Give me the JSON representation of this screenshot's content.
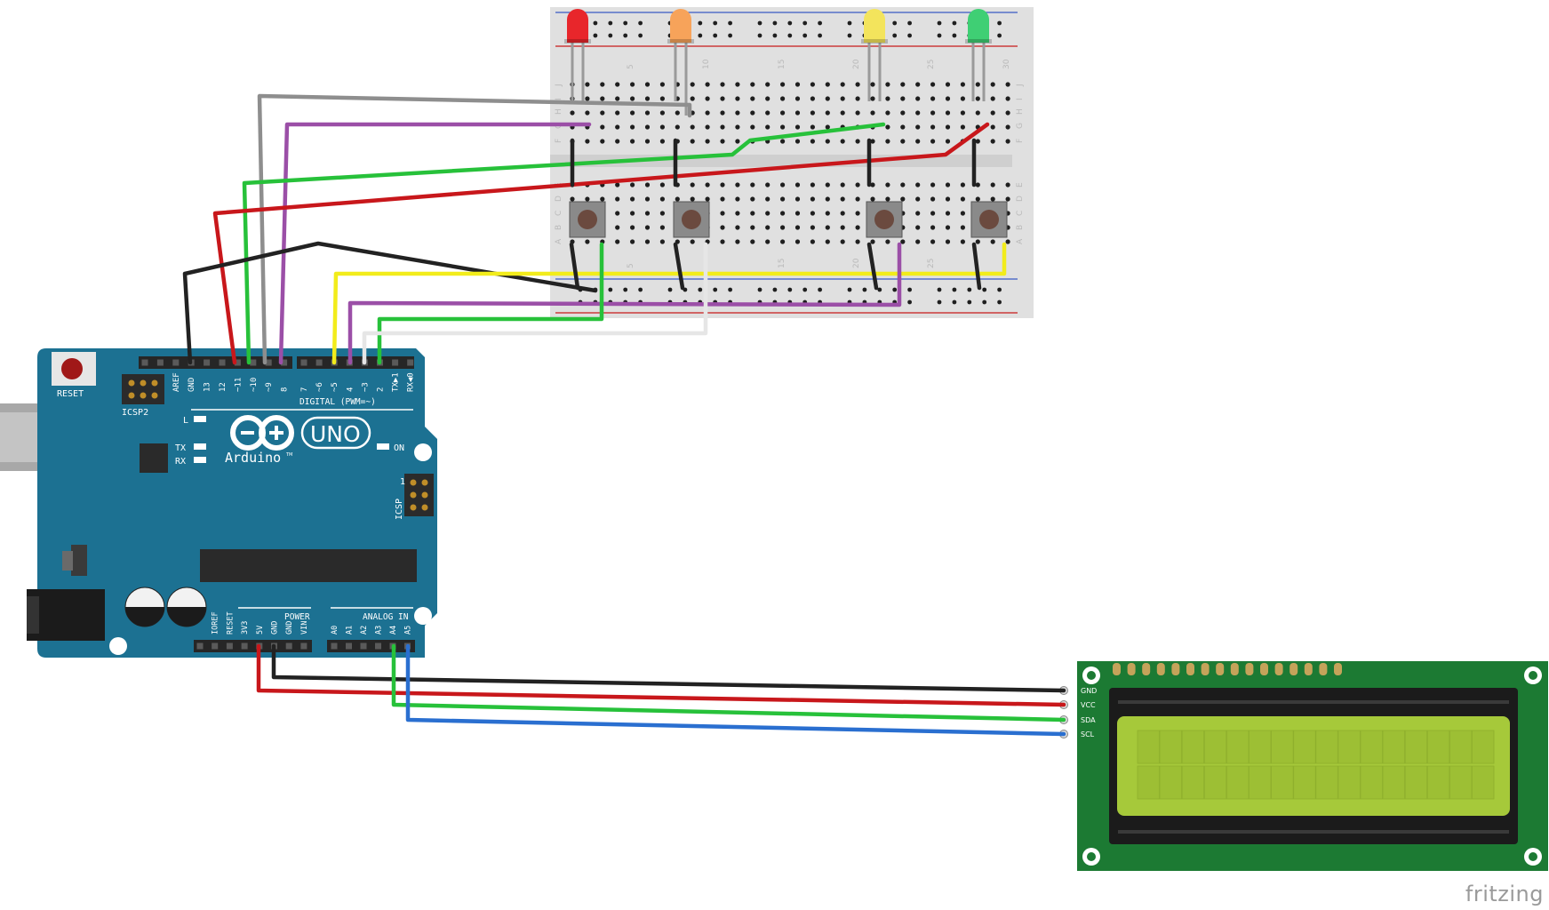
{
  "board": {
    "reset_label": "RESET",
    "icsp2_label": "ICSP2",
    "icsp_label": "ICSP",
    "icsp_pin1": "1",
    "l_label": "L",
    "tx_label": "TX",
    "rx_label": "RX",
    "on_label": "ON",
    "uno_label": "UNO",
    "brand_label": "Arduino",
    "tm_label": "TM",
    "digital_label": "DIGITAL (PWM=~)",
    "power_label": "POWER",
    "analog_label": "ANALOG IN",
    "digital_pins": [
      "AREF",
      "GND",
      "13",
      "12",
      "~11",
      "~10",
      "~9",
      "8",
      "7",
      "~6",
      "~5",
      "4",
      "~3",
      "2",
      "TX▶1",
      "RX◀0"
    ],
    "power_pins": [
      "IOREF",
      "RESET",
      "3V3",
      "5V",
      "GND",
      "GND",
      "VIN"
    ],
    "analog_pins": [
      "A0",
      "A1",
      "A2",
      "A3",
      "A4",
      "A5"
    ]
  },
  "breadboard": {
    "column_numbers": [
      "5",
      "10",
      "15",
      "20",
      "25",
      "30"
    ],
    "row_letters_top": [
      "J",
      "I",
      "H",
      "G",
      "F"
    ],
    "row_letters_bottom": [
      "E",
      "D",
      "C",
      "B",
      "A"
    ]
  },
  "leds": [
    {
      "name": "red",
      "color": "#e8262b"
    },
    {
      "name": "orange",
      "color": "#f7a35a"
    },
    {
      "name": "yellow",
      "color": "#f3e45c"
    },
    {
      "name": "green",
      "color": "#3fcf74"
    }
  ],
  "lcd": {
    "pins": [
      "GND",
      "VCC",
      "SDA",
      "SCL"
    ],
    "screen_color": "#a6c93a",
    "pcb_color": "#1c7a33"
  },
  "colors": {
    "board": "#1c7192",
    "wire_black": "#222222",
    "wire_red": "#c8171b",
    "wire_green": "#27c13a",
    "wire_blue": "#2a6fd0",
    "wire_grey": "#8e8e8e",
    "wire_purple": "#9b4fa7",
    "wire_yellow": "#f2ec1b",
    "wire_white": "#e6e6e6"
  },
  "watermark": "fritzing"
}
